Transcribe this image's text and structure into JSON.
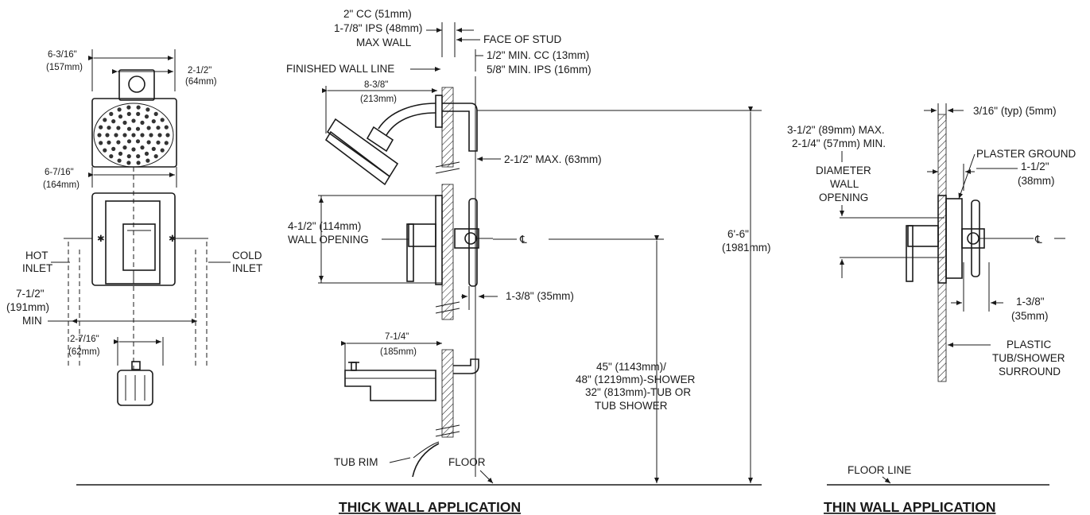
{
  "front_view": {
    "dim_width_in": "6-3/16\"",
    "dim_width_mm": "(157mm)",
    "dim_arm_in": "2-1/2\"",
    "dim_arm_mm": "(64mm)",
    "dim_trim_in": "6-7/16\"",
    "dim_trim_mm": "(164mm)",
    "hot_1": "HOT",
    "hot_2": "INLET",
    "cold_1": "COLD",
    "cold_2": "INLET",
    "dim_inlet_in": "7-1/2\"",
    "dim_inlet_mm": "(191mm)",
    "dim_inlet_min": "MIN",
    "dim_spout_in": "2-7/16\"",
    "dim_spout_mm": "(62mm)"
  },
  "thick_wall": {
    "cc_max": "2\" CC (51mm)",
    "ips_max": "1-7/8\" IPS (48mm)",
    "max_wall": "MAX WALL",
    "face_of_stud": "FACE OF STUD",
    "cc_min": "1/2\" MIN. CC (13mm)",
    "ips_min": "5/8\" MIN. IPS (16mm)",
    "finished_wall": "FINISHED WALL LINE",
    "arm_in": "8-3/8\"",
    "arm_mm": "(213mm)",
    "max_projection": "2-1/2\" MAX. (63mm)",
    "opening_1": "4-1/2\" (114mm)",
    "opening_2": "WALL OPENING",
    "centerline": "CL",
    "height_in": "6'-6\"",
    "height_mm": "(1981mm)",
    "valve_depth": "1-3/8\" (35mm)",
    "spout_in": "7-1/4\"",
    "spout_mm": "(185mm)",
    "valve_h_1": "45\" (1143mm)/",
    "valve_h_2": "48\" (1219mm)-SHOWER",
    "valve_h_3": "32\" (813mm)-TUB OR",
    "valve_h_4": "TUB SHOWER",
    "tub_rim": "TUB RIM",
    "floor": "FLOOR",
    "title": "THICK WALL APPLICATION"
  },
  "thin_wall": {
    "typ": "3/16\" (typ) (5mm)",
    "max_open": "3-1/2\" (89mm) MAX.",
    "min_open": "2-1/4\" (57mm) MIN.",
    "diam_1": "DIAMETER",
    "diam_2": "WALL",
    "diam_3": "OPENING",
    "plaster": "PLASTER GROUND",
    "depth_in": "1-1/2\"",
    "depth_mm": "(38mm)",
    "centerline": "CL",
    "valve_in": "1-3/8\"",
    "valve_mm": "(35mm)",
    "surround_1": "PLASTIC",
    "surround_2": "TUB/SHOWER",
    "surround_3": "SURROUND",
    "floor_line": "FLOOR LINE",
    "title": "THIN WALL APPLICATION"
  }
}
